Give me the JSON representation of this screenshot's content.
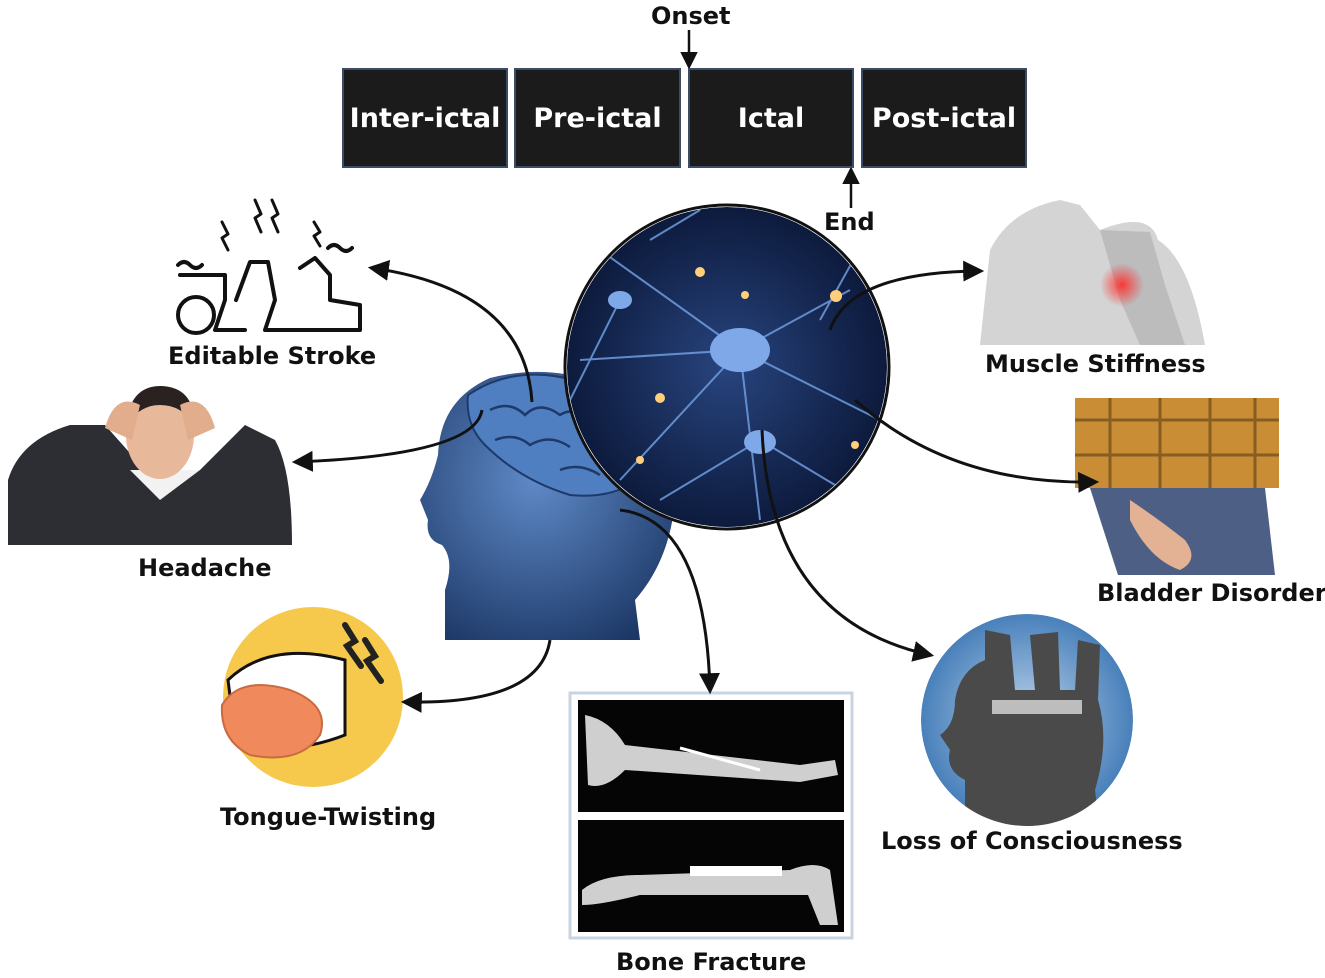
{
  "timeline": {
    "onset_label": "Onset",
    "end_label": "End",
    "phases": [
      "Inter-ictal",
      "Pre-ictal",
      "Ictal",
      "Post-ictal"
    ]
  },
  "symptoms": {
    "editable_stroke": "Editable Stroke",
    "headache": "Headache",
    "tongue_twisting": "Tongue-Twisting",
    "bone_fracture": "Bone Fracture",
    "muscle_stiffness": "Muscle Stiffness",
    "bladder_disorder": "Bladder Disorder",
    "loss_of_consciousness": "Loss of Consciousness"
  },
  "colors": {
    "phase_box": "#1b1b1b",
    "brain_blue": "#2f5a9a",
    "neuron_bg": "#0b1a3f",
    "tongue": "#f08a5d",
    "face_yellow": "#f6c84c"
  }
}
